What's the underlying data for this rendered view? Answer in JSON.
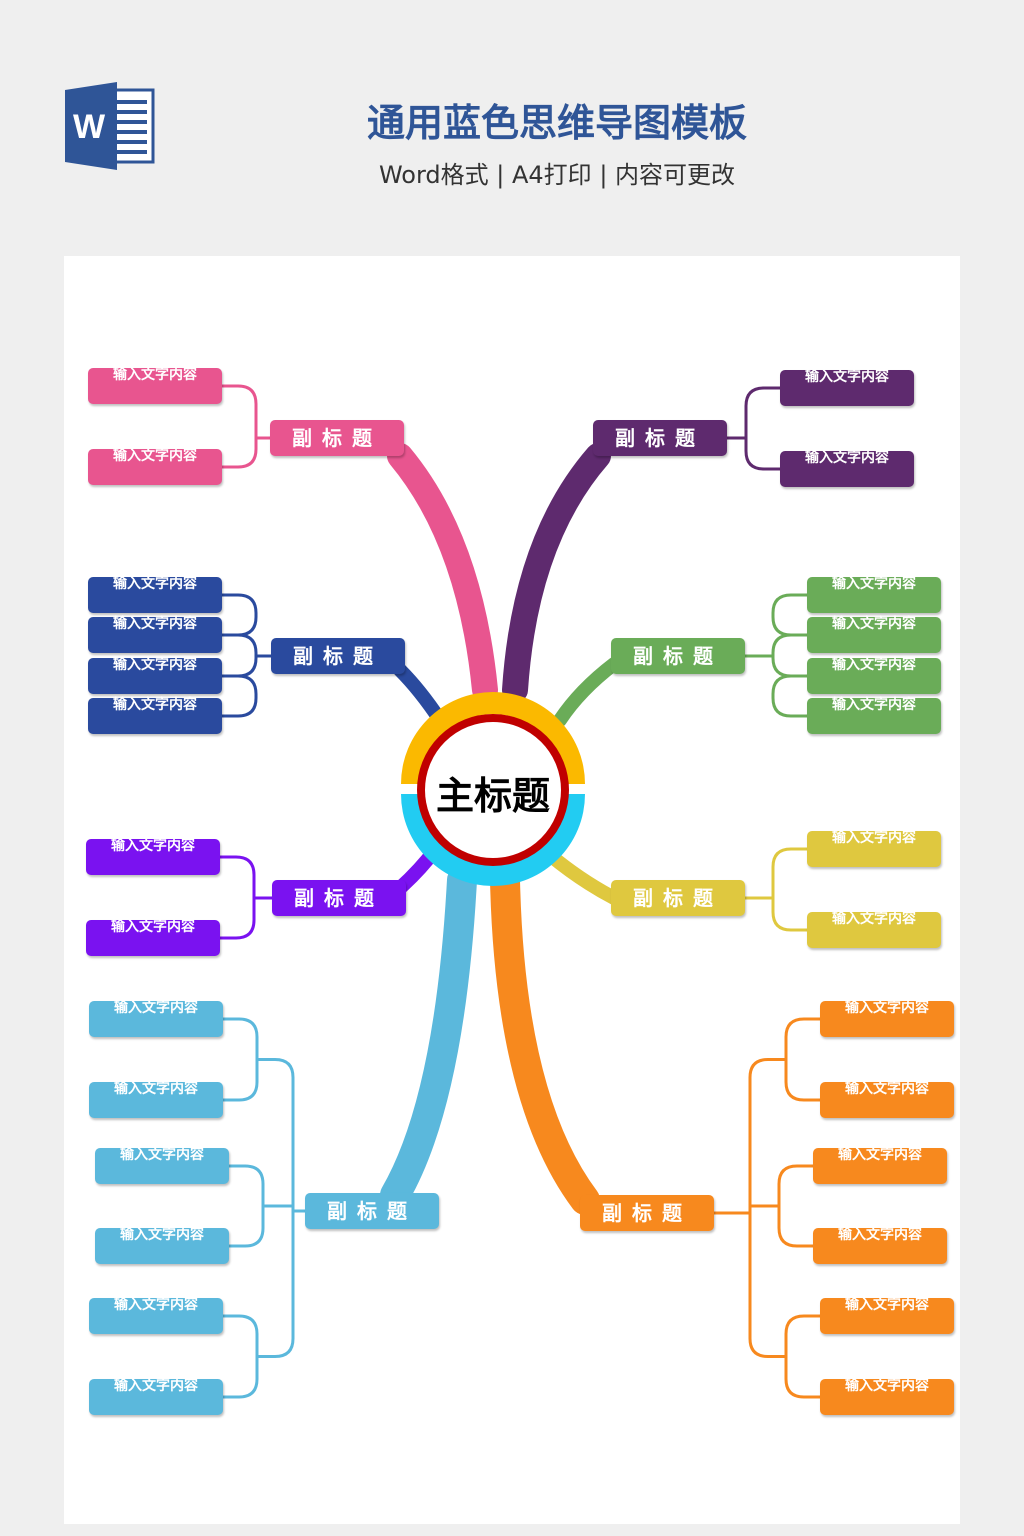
{
  "header": {
    "title": "通用蓝色思维导图模板",
    "subtitle": "Word格式 | A4打印 | 内容可更改",
    "logo_letter": "W"
  },
  "center": {
    "label": "主标题",
    "ring_top": "#FBB900",
    "ring_bottom": "#22CCF2",
    "ring_inner": "#C00000"
  },
  "branches": [
    {
      "name": "pink",
      "color": "#E8558F",
      "label": "副标题",
      "leaves": [
        "输入文字内容",
        "输入文字内容"
      ]
    },
    {
      "name": "purple",
      "color": "#5E2A6E",
      "label": "副标题",
      "leaves": [
        "输入文字内容",
        "输入文字内容"
      ]
    },
    {
      "name": "dark-blue",
      "color": "#2A4A9E",
      "label": "副标题",
      "leaves": [
        "输入文字内容",
        "输入文字内容",
        "输入文字内容",
        "输入文字内容"
      ]
    },
    {
      "name": "green",
      "color": "#6AAC58",
      "label": "副标题",
      "leaves": [
        "输入文字内容",
        "输入文字内容",
        "输入文字内容",
        "输入文字内容"
      ]
    },
    {
      "name": "violet",
      "color": "#7A12F0",
      "label": "副标题",
      "leaves": [
        "输入文字内容",
        "输入文字内容"
      ]
    },
    {
      "name": "yellow",
      "color": "#DFC83F",
      "label": "副标题",
      "leaves": [
        "输入文字内容",
        "输入文字内容"
      ]
    },
    {
      "name": "light-blue",
      "color": "#5BB8DC",
      "label": "副标题",
      "leaves": [
        "输入文字内容",
        "输入文字内容",
        "输入文字内容",
        "输入文字内容",
        "输入文字内容",
        "输入文字内容"
      ]
    },
    {
      "name": "orange",
      "color": "#F7891E",
      "label": "副标题",
      "leaves": [
        "输入文字内容",
        "输入文字内容",
        "输入文字内容",
        "输入文字内容",
        "输入文字内容",
        "输入文字内容"
      ]
    }
  ]
}
